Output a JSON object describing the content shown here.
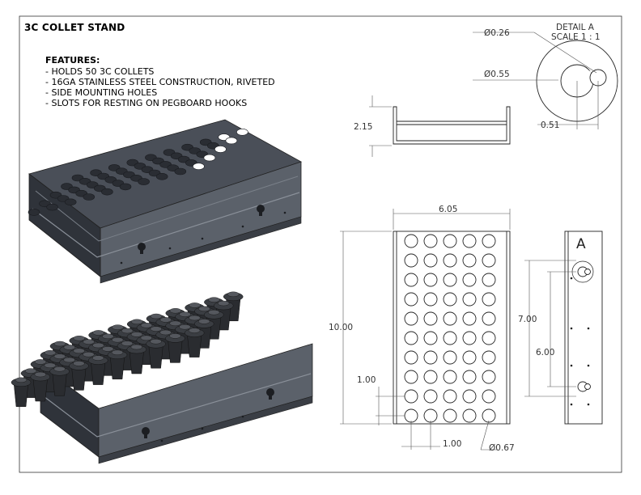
{
  "title": "3C COLLET STAND",
  "features": {
    "heading": "FEATURES:",
    "items": [
      "- HOLDS 50 3C COLLETS",
      "- 16GA STAINLESS STEEL CONSTRUCTION, RIVETED",
      "- SIDE MOUNTING HOLES",
      "- SLOTS FOR RESTING ON PEGBOARD HOOKS"
    ]
  },
  "detail": {
    "title": "DETAIL A",
    "scale": "SCALE 1 : 1",
    "dia_small": "Ø0.26",
    "dia_large": "Ø0.55",
    "offset": "0.51"
  },
  "side_view": {
    "height": "2.15"
  },
  "front_view": {
    "width": "6.05",
    "length": "10.00",
    "pitch_v": "1.00",
    "pitch_h": "1.00",
    "hole_dia": "Ø0.67"
  },
  "end_view": {
    "detail_label": "A",
    "slot_spacing": "7.00",
    "hole_spacing": "6.00"
  }
}
